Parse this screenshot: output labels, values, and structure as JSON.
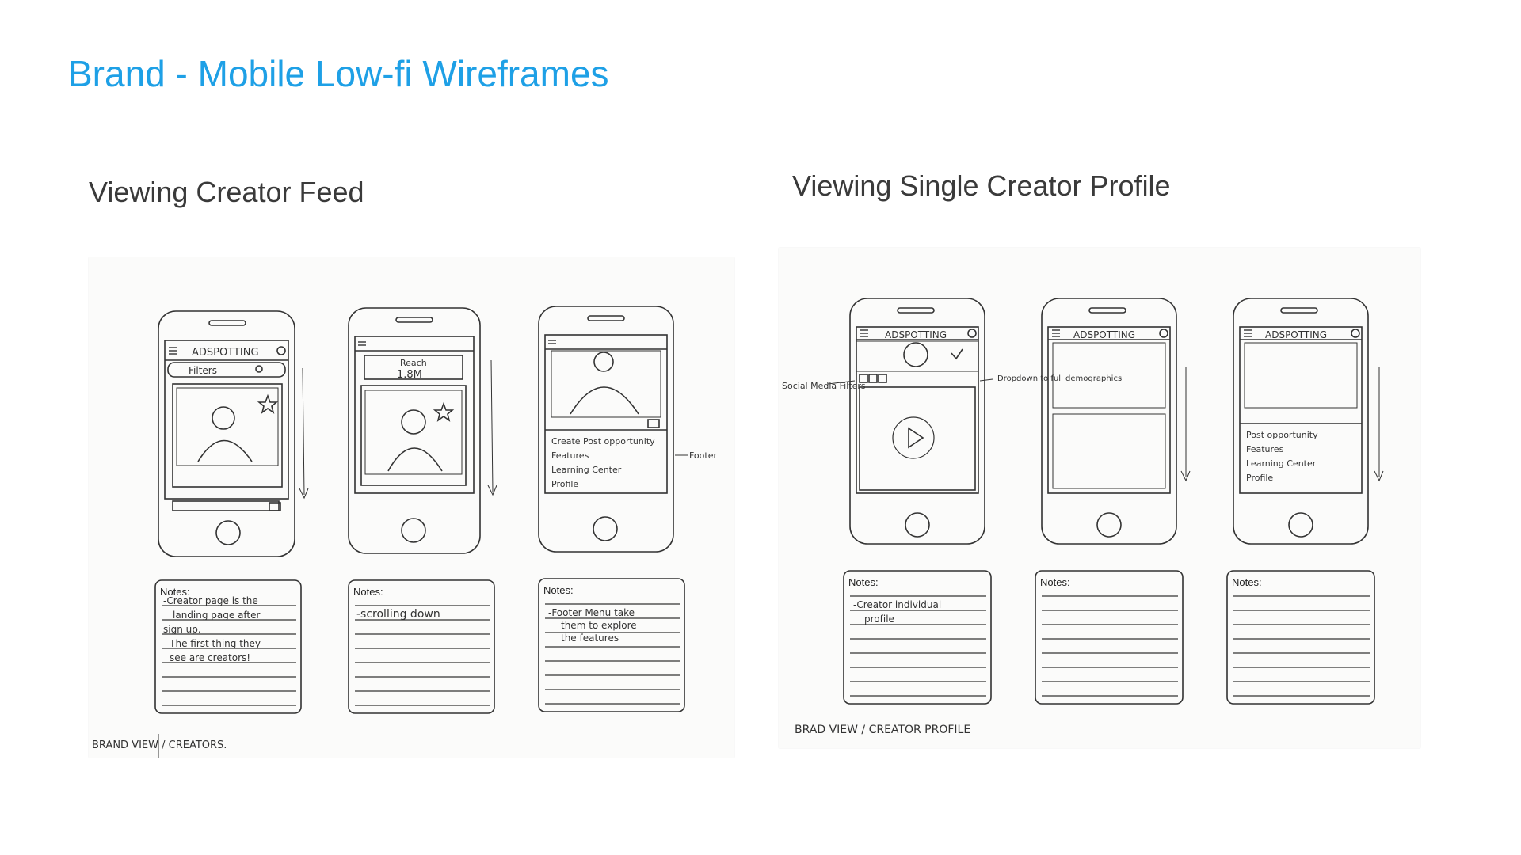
{
  "title": "Brand - Mobile Low-fi Wireframes",
  "sections": [
    {
      "heading": "Viewing Creator Feed",
      "phones": [
        {
          "app_name": "ADSPOTTING",
          "search": "Filters",
          "reach_label": "",
          "reach_value": ""
        },
        {
          "app_name": "",
          "search": "",
          "reach_label": "Reach",
          "reach_value": "1.8M"
        },
        {
          "app_name": "",
          "search": "",
          "reach_label": "",
          "reach_value": ""
        }
      ],
      "menu_items": [
        "Create Post opportunity",
        "Features",
        "Learning Center",
        "Profile"
      ],
      "footer_annotation": "Footer",
      "notes_label": "Notes:",
      "notes": [
        [
          "-Creator page is the",
          "landing page after",
          "sign up.",
          "- The first thing they",
          "see are creators!"
        ],
        [
          "-scrolling down"
        ],
        [
          "-Footer Menu take",
          "them to explore",
          "the features"
        ]
      ],
      "caption": "BRAND VIEW / CREATORS."
    },
    {
      "heading": "Viewing Single Creator Profile",
      "app_name": "ADSPOTTING",
      "menu_items": [
        "Post opportunity",
        "Features",
        "Learning Center",
        "Profile"
      ],
      "annotations": {
        "social": "Social Media Filters",
        "dropdown": "Dropdown to full demographics"
      },
      "notes_label": "Notes:",
      "notes": [
        [
          "-Creator individual",
          "profile"
        ],
        [],
        []
      ],
      "caption": "BRAD VIEW / CREATOR PROFILE"
    }
  ],
  "colors": {
    "title": "#1ea0e6",
    "ink": "#333333",
    "paper": "#fbfbfa"
  }
}
